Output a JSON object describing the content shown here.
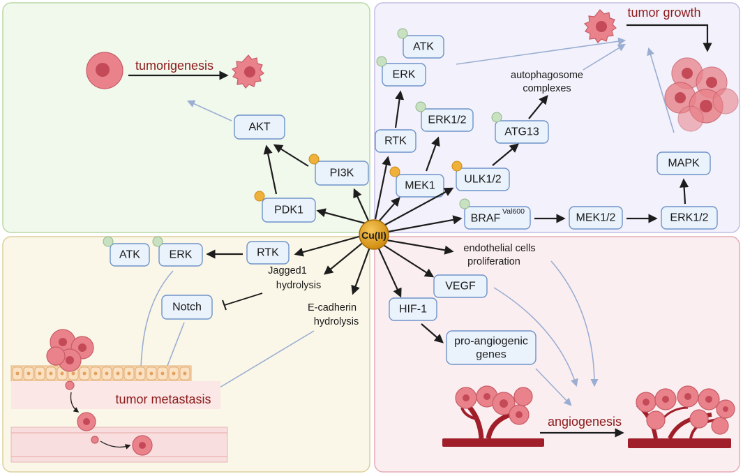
{
  "center": {
    "label": "Cu(II)"
  },
  "panels": {
    "top_left": {
      "outcome": "tumorigenesis",
      "bg": "#f1f8ec",
      "border": "#b9d9a6"
    },
    "top_right": {
      "outcome": "tumor growth",
      "bg": "#f3f1fb",
      "border": "#c3bde3"
    },
    "bottom_left": {
      "outcome": "tumor metastasis",
      "bg": "#fbf7e8",
      "border": "#dccf9a"
    },
    "bottom_right": {
      "outcome": "angiogenesis",
      "bg": "#fbeef0",
      "border": "#e6aab5"
    }
  },
  "nodes": {
    "akt": "AKT",
    "pi3k": "PI3K",
    "pdk1": "PDK1",
    "atk_top": "ATK",
    "erk_top": "ERK",
    "rtk_top": "RTK",
    "erk12_top": "ERK1/2",
    "mek1": "MEK1",
    "ulk12": "ULK1/2",
    "atg13": "ATG13",
    "mapk": "MAPK",
    "braf": "BRAF",
    "braf_sup": "Val600",
    "mek12": "MEK1/2",
    "erk12_right": "ERK1/2",
    "atk_bottom": "ATK",
    "erk_bottom": "ERK",
    "rtk_bottom": "RTK",
    "notch": "Notch",
    "hif1": "HIF-1",
    "vegf": "VEGF",
    "pro_angiogenic": [
      "pro-angiogenic",
      "genes"
    ]
  },
  "labels": {
    "autophagosome": [
      "autophagosome",
      "complexes"
    ],
    "jagged1": [
      "Jagged1",
      "hydrolysis"
    ],
    "ecadherin": [
      "E-cadherin",
      "hydrolysis"
    ],
    "endothelial": [
      "endothelial cells",
      "proliferation"
    ]
  },
  "colors": {
    "copper_center": "#e0a01a",
    "marker_orange": "#f0b13a",
    "marker_green": "#c8e1c0",
    "vessel": "#a01e2a"
  }
}
